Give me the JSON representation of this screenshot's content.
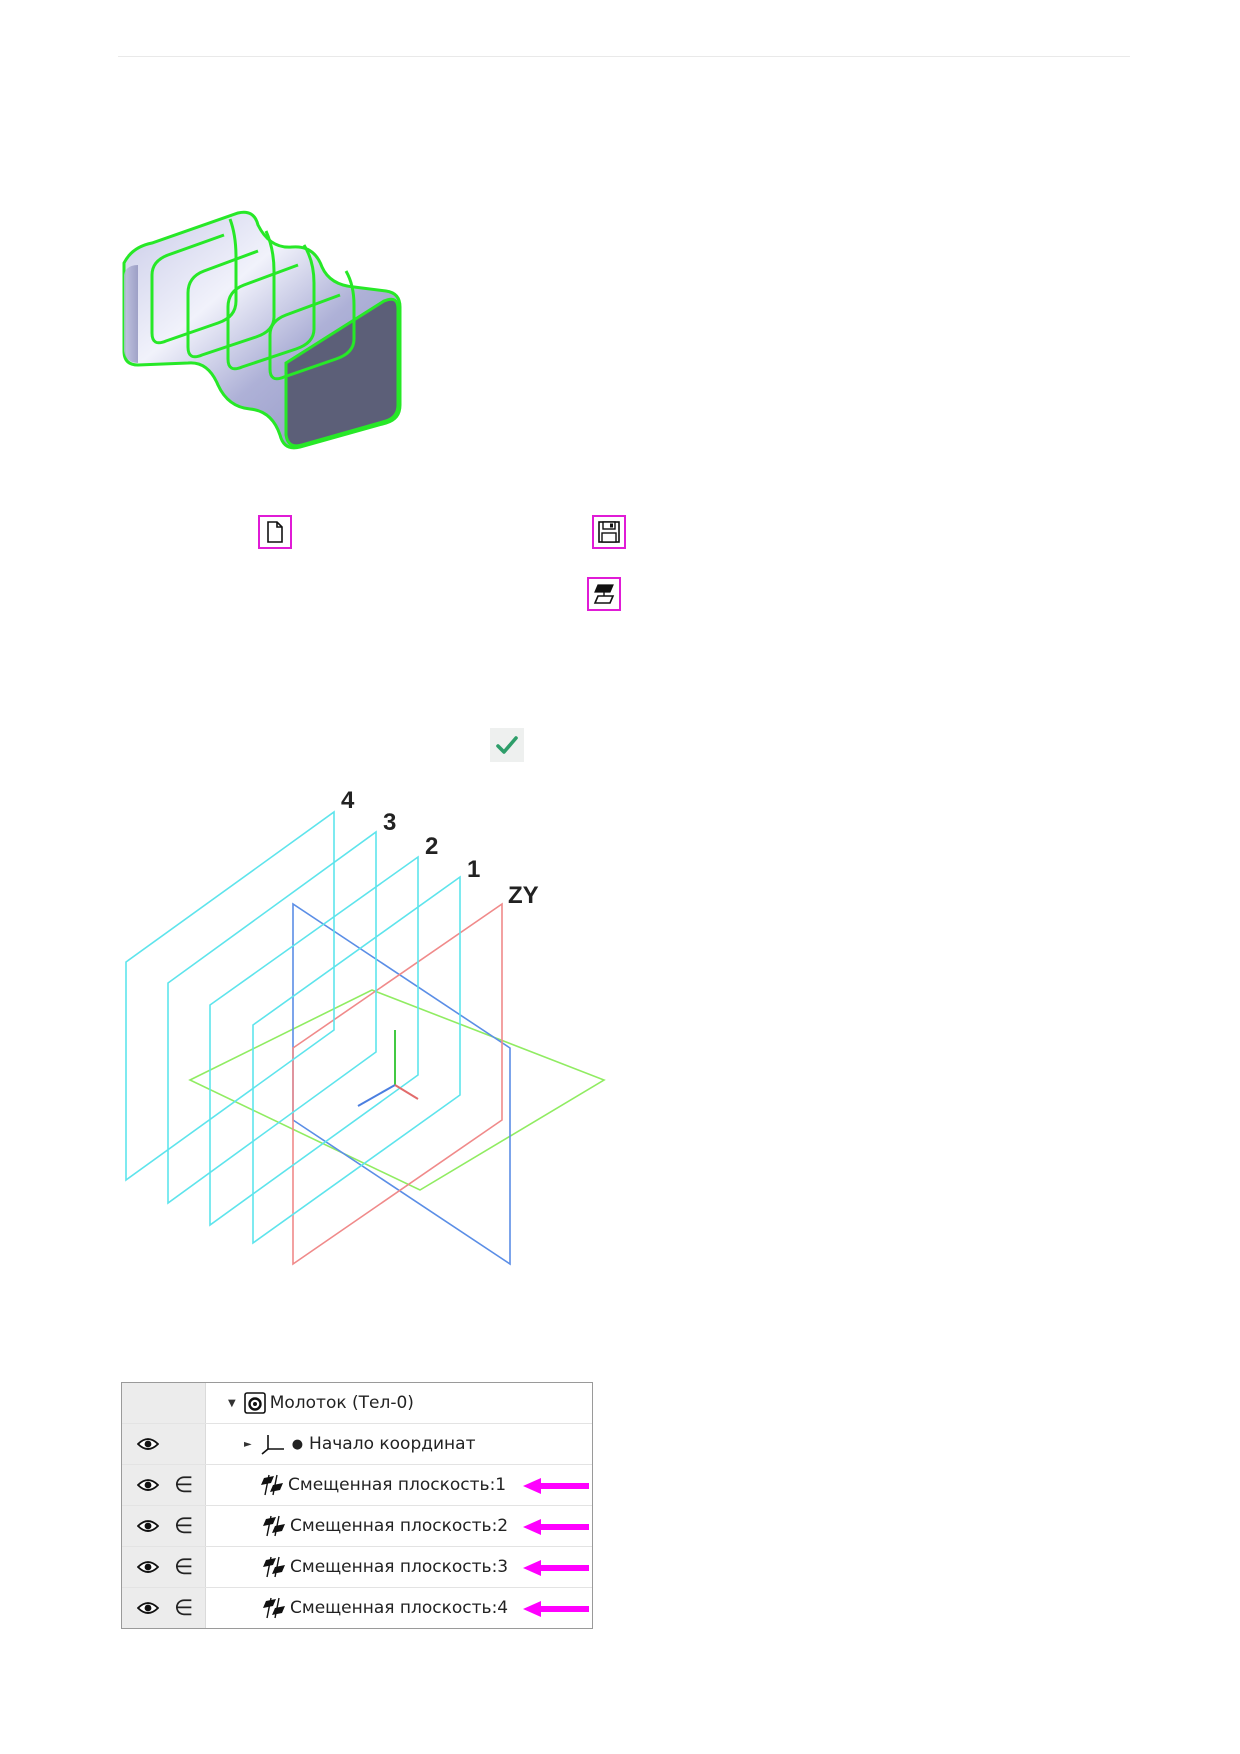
{
  "figure_planes": {
    "labels": [
      "4",
      "3",
      "2",
      "1",
      "ZY"
    ]
  },
  "tree": {
    "rows": [
      {
        "label": "Молоток (Тел-0)",
        "has_eye": false,
        "has_set": false,
        "expander": "▼",
        "icon": "part-icon"
      },
      {
        "label": "Начало координат",
        "has_eye": true,
        "has_set": false,
        "expander": "►",
        "icon": "origin-icon"
      },
      {
        "label": "Смещенная плоскость:1",
        "has_eye": true,
        "has_set": true,
        "icon": "offset-plane-icon",
        "arrow": true
      },
      {
        "label": "Смещенная плоскость:2",
        "has_eye": true,
        "has_set": true,
        "icon": "offset-plane-icon",
        "arrow": true
      },
      {
        "label": "Смещенная плоскость:3",
        "has_eye": true,
        "has_set": true,
        "icon": "offset-plane-icon",
        "arrow": true
      },
      {
        "label": "Смещенная плоскость:4",
        "has_eye": true,
        "has_set": true,
        "icon": "offset-plane-icon",
        "arrow": true
      }
    ],
    "set_symbol": "∈",
    "dot_symbol": "●"
  },
  "colors": {
    "highlight": "#e01bd6",
    "arrow": "#ff00ff",
    "edge_green": "#27e827",
    "plane_cyan": "#5ee4ec",
    "plane_red": "#f08a8a",
    "plane_green": "#90ec62",
    "plane_blue": "#5b8ee6",
    "check_green": "#2e9e6a"
  }
}
